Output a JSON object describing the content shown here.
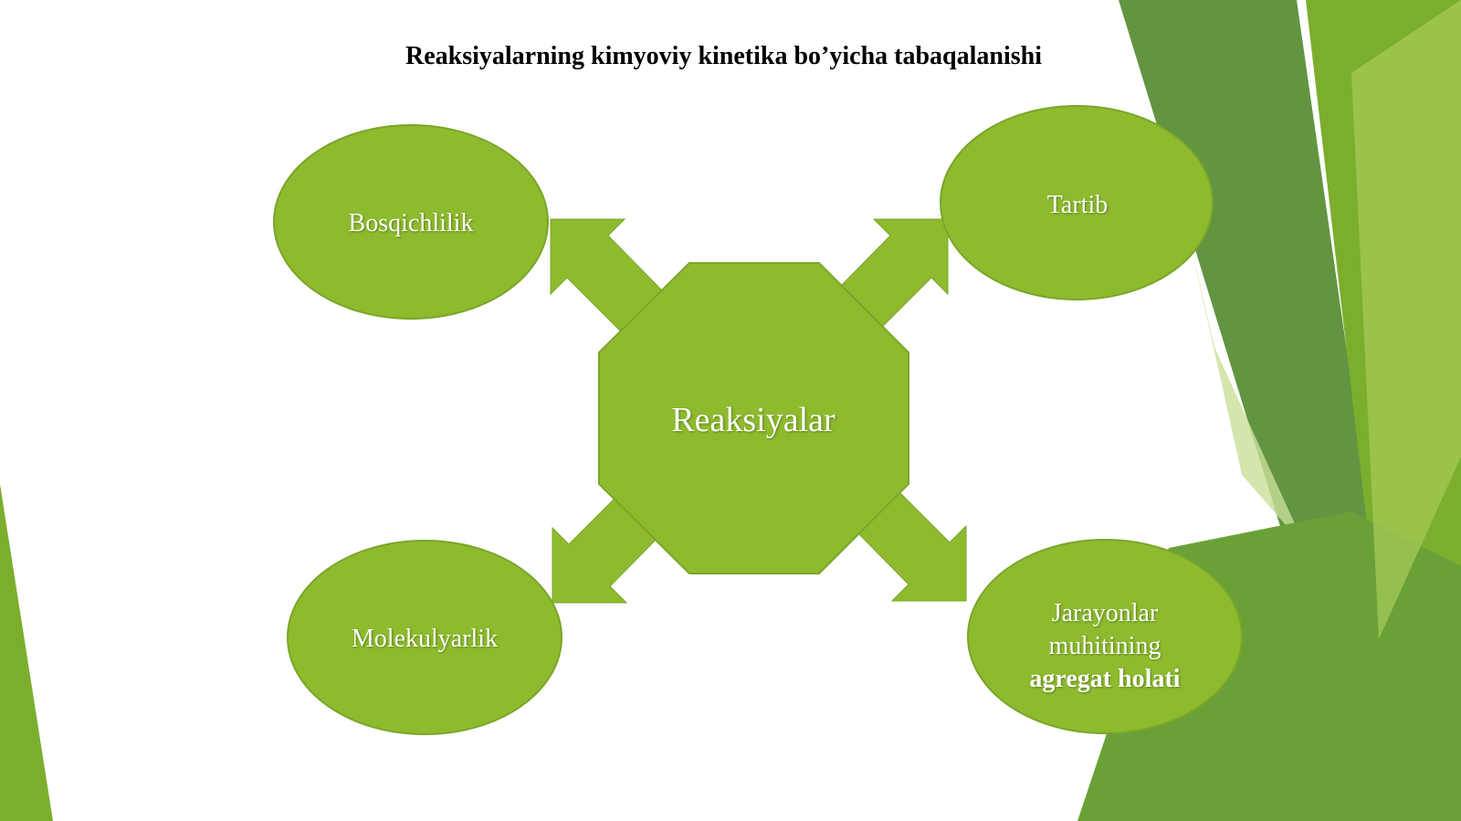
{
  "title": "Reaksiyalarning kimyoviy kinetika bo’yicha tabaqalanishi",
  "colors": {
    "shape_fill": "#8dbb2d",
    "shape_stroke": "#7aa52a",
    "text": "#ffffff",
    "deco_dark": "#5a8e38",
    "deco_mid": "#7cae2e",
    "deco_light": "#a8cc5a"
  },
  "center": {
    "label": "Reaksiyalar"
  },
  "nodes": {
    "top_left": {
      "label": "Bosqichlilik"
    },
    "top_right": {
      "label": "Tartib"
    },
    "bottom_left": {
      "label": "Molekulyarlik"
    },
    "bottom_right": {
      "line1": "Jarayonlar",
      "line2": "muhitining",
      "line3": "agregat holati"
    }
  }
}
